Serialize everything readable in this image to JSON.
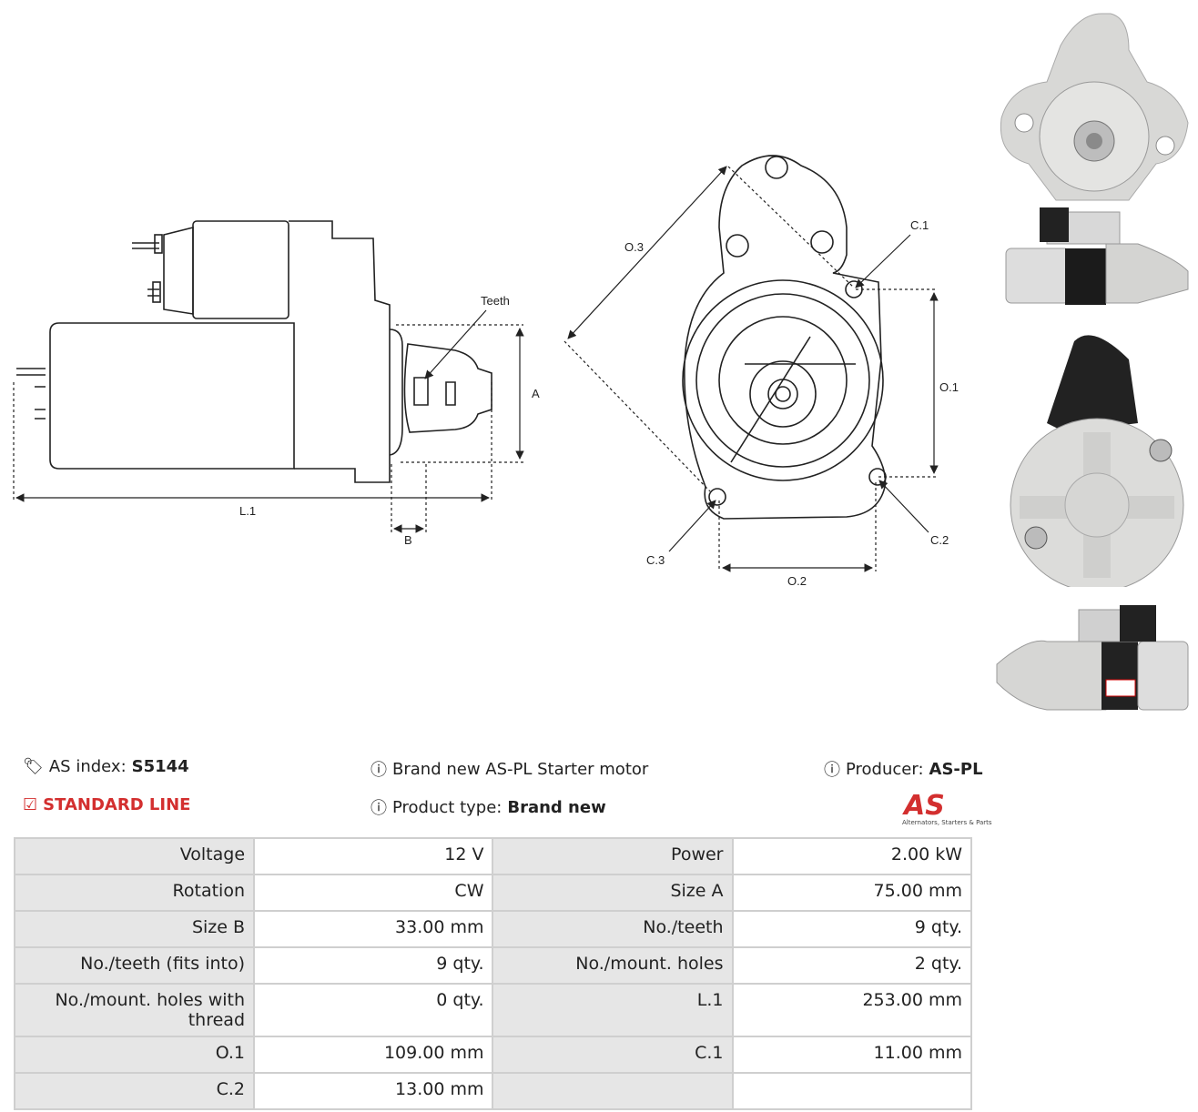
{
  "diagram": {
    "labels": {
      "teeth": "Teeth",
      "a": "A",
      "b": "B",
      "l1": "L.1",
      "o1": "O.1",
      "o2": "O.2",
      "o3": "O.3",
      "c1": "C.1",
      "c2": "C.2",
      "c3": "C.3"
    }
  },
  "info": {
    "as_index_label": "AS index:",
    "as_index_value": "S5144",
    "line_label": "STANDARD LINE",
    "description": "Brand new AS-PL Starter motor",
    "product_type_label": "Product type:",
    "product_type_value": "Brand new",
    "producer_label": "Producer:",
    "producer_value": "AS-PL",
    "logo_text": "AS",
    "logo_tagline": "Alternators, Starters & Parts"
  },
  "specs": [
    {
      "l1": "Voltage",
      "v1": "12 V",
      "l2": "Power",
      "v2": "2.00 kW"
    },
    {
      "l1": "Rotation",
      "v1": "CW",
      "l2": "Size A",
      "v2": "75.00 mm"
    },
    {
      "l1": "Size B",
      "v1": "33.00 mm",
      "l2": "No./teeth",
      "v2": "9 qty."
    },
    {
      "l1": "No./teeth (fits into)",
      "v1": "9 qty.",
      "l2": "No./mount. holes",
      "v2": "2 qty."
    },
    {
      "l1": "No./mount. holes with thread",
      "v1": "0 qty.",
      "l2": "L.1",
      "v2": "253.00 mm"
    },
    {
      "l1": "O.1",
      "v1": "109.00 mm",
      "l2": "C.1",
      "v2": "11.00 mm"
    },
    {
      "l1": "C.2",
      "v1": "13.00 mm",
      "l2": "",
      "v2": ""
    }
  ],
  "colors": {
    "brand_red": "#d32f2f",
    "table_label_bg": "#e6e6e6",
    "table_border": "#cfcfcf"
  }
}
